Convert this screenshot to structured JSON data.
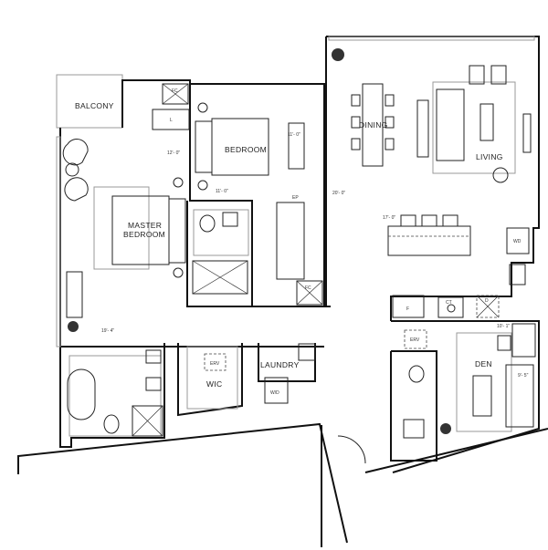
{
  "rooms": {
    "balcony": "BALCONY",
    "bedroom": "BEDROOM",
    "master_line1": "MASTER",
    "master_line2": "BEDROOM",
    "wic": "WIC",
    "laundry": "LAUNDRY",
    "dining": "DINING",
    "living": "LIVING",
    "den": "DEN"
  },
  "fixtures": {
    "fc_top": "FC",
    "fc_bottom": "FC",
    "linen": "L",
    "ep": "EP",
    "erv_wic": "ERV",
    "erv_den": "ERV",
    "wd_laundry": "W/D",
    "wd_kitchen": "WD",
    "fridge": "F",
    "cooktop": "CT",
    "dishwasher": "D"
  },
  "dimensions": {
    "bedroom_width": "11'- 0\"",
    "bedroom_length": "11'- 0\"",
    "master_width": "12'- 0\"",
    "master_length": "19'- 4\"",
    "living_length": "20'- 0\"",
    "living_width": "17'- 0\"",
    "den_width": "10'- 1\"",
    "den_length": "9'- 5\""
  }
}
